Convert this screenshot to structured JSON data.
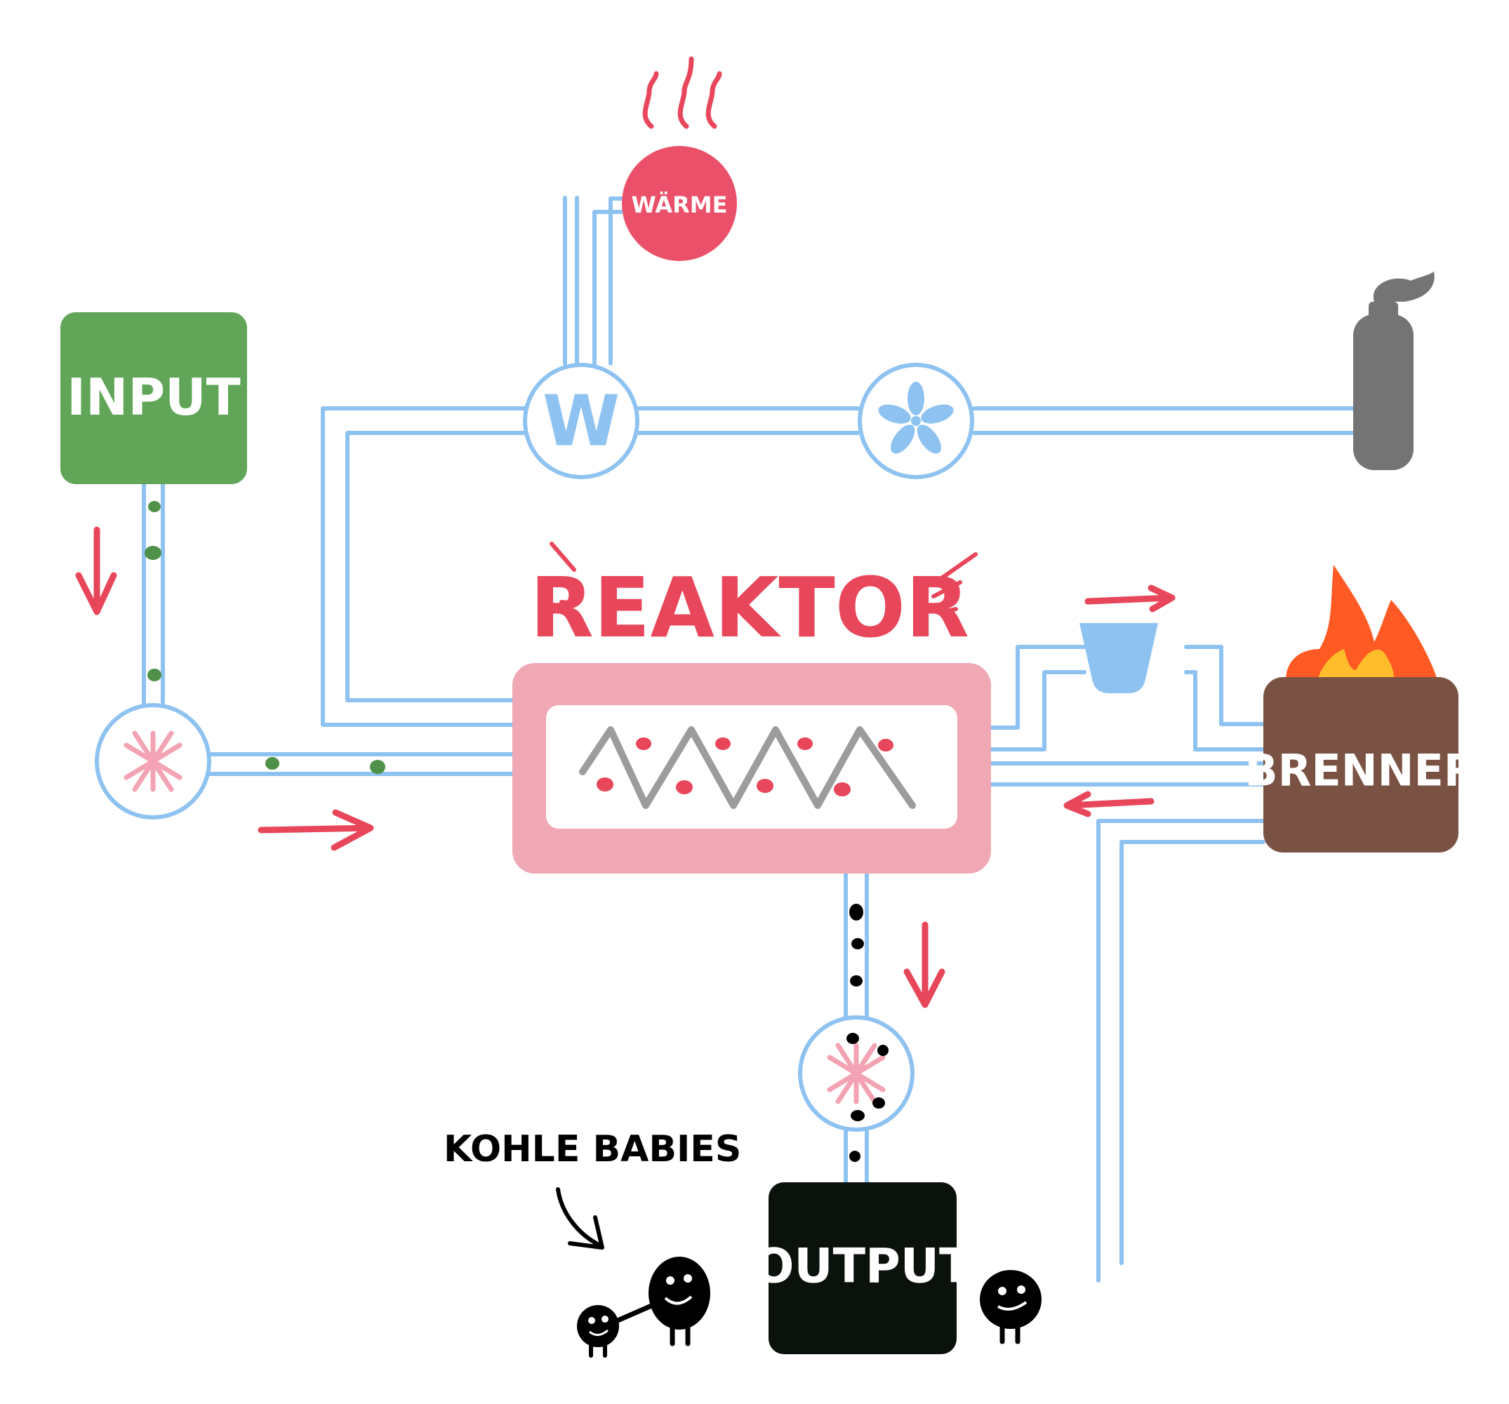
{
  "labels": {
    "input": "INPUT",
    "waerme": "WÄRME",
    "reaktor": "REAKTOR",
    "brenner": "BRENNER",
    "output": "OUTPUT",
    "kohle_babies": "KOHLE BABIES",
    "heat_exchanger_symbol": "W"
  },
  "colors": {
    "pipe": "#8ec2f0",
    "arrow": "#e8465a",
    "input_box": "#61a559",
    "output_box": "#0b120b",
    "brenner_box": "#7a5243",
    "reaktor_frame": "#f0a8b4",
    "waerme_circle": "#ea5069",
    "chimney": "#747474",
    "flame_outer": "#ff5a24",
    "flame_inner": "#ffbd2c",
    "valve": "#8ec2f0",
    "particle_input": "#4f9148",
    "particle_reaktor": "#e8465a",
    "particle_output": "#000000",
    "star": "#f3a3b3",
    "zigzag": "#9c9c9c"
  },
  "icons": [
    "fan-icon",
    "heat-exchanger-icon",
    "star-mixer-icon",
    "chimney-icon",
    "flame-icon",
    "valve-icon",
    "steam-icon",
    "coal-baby-icon"
  ]
}
